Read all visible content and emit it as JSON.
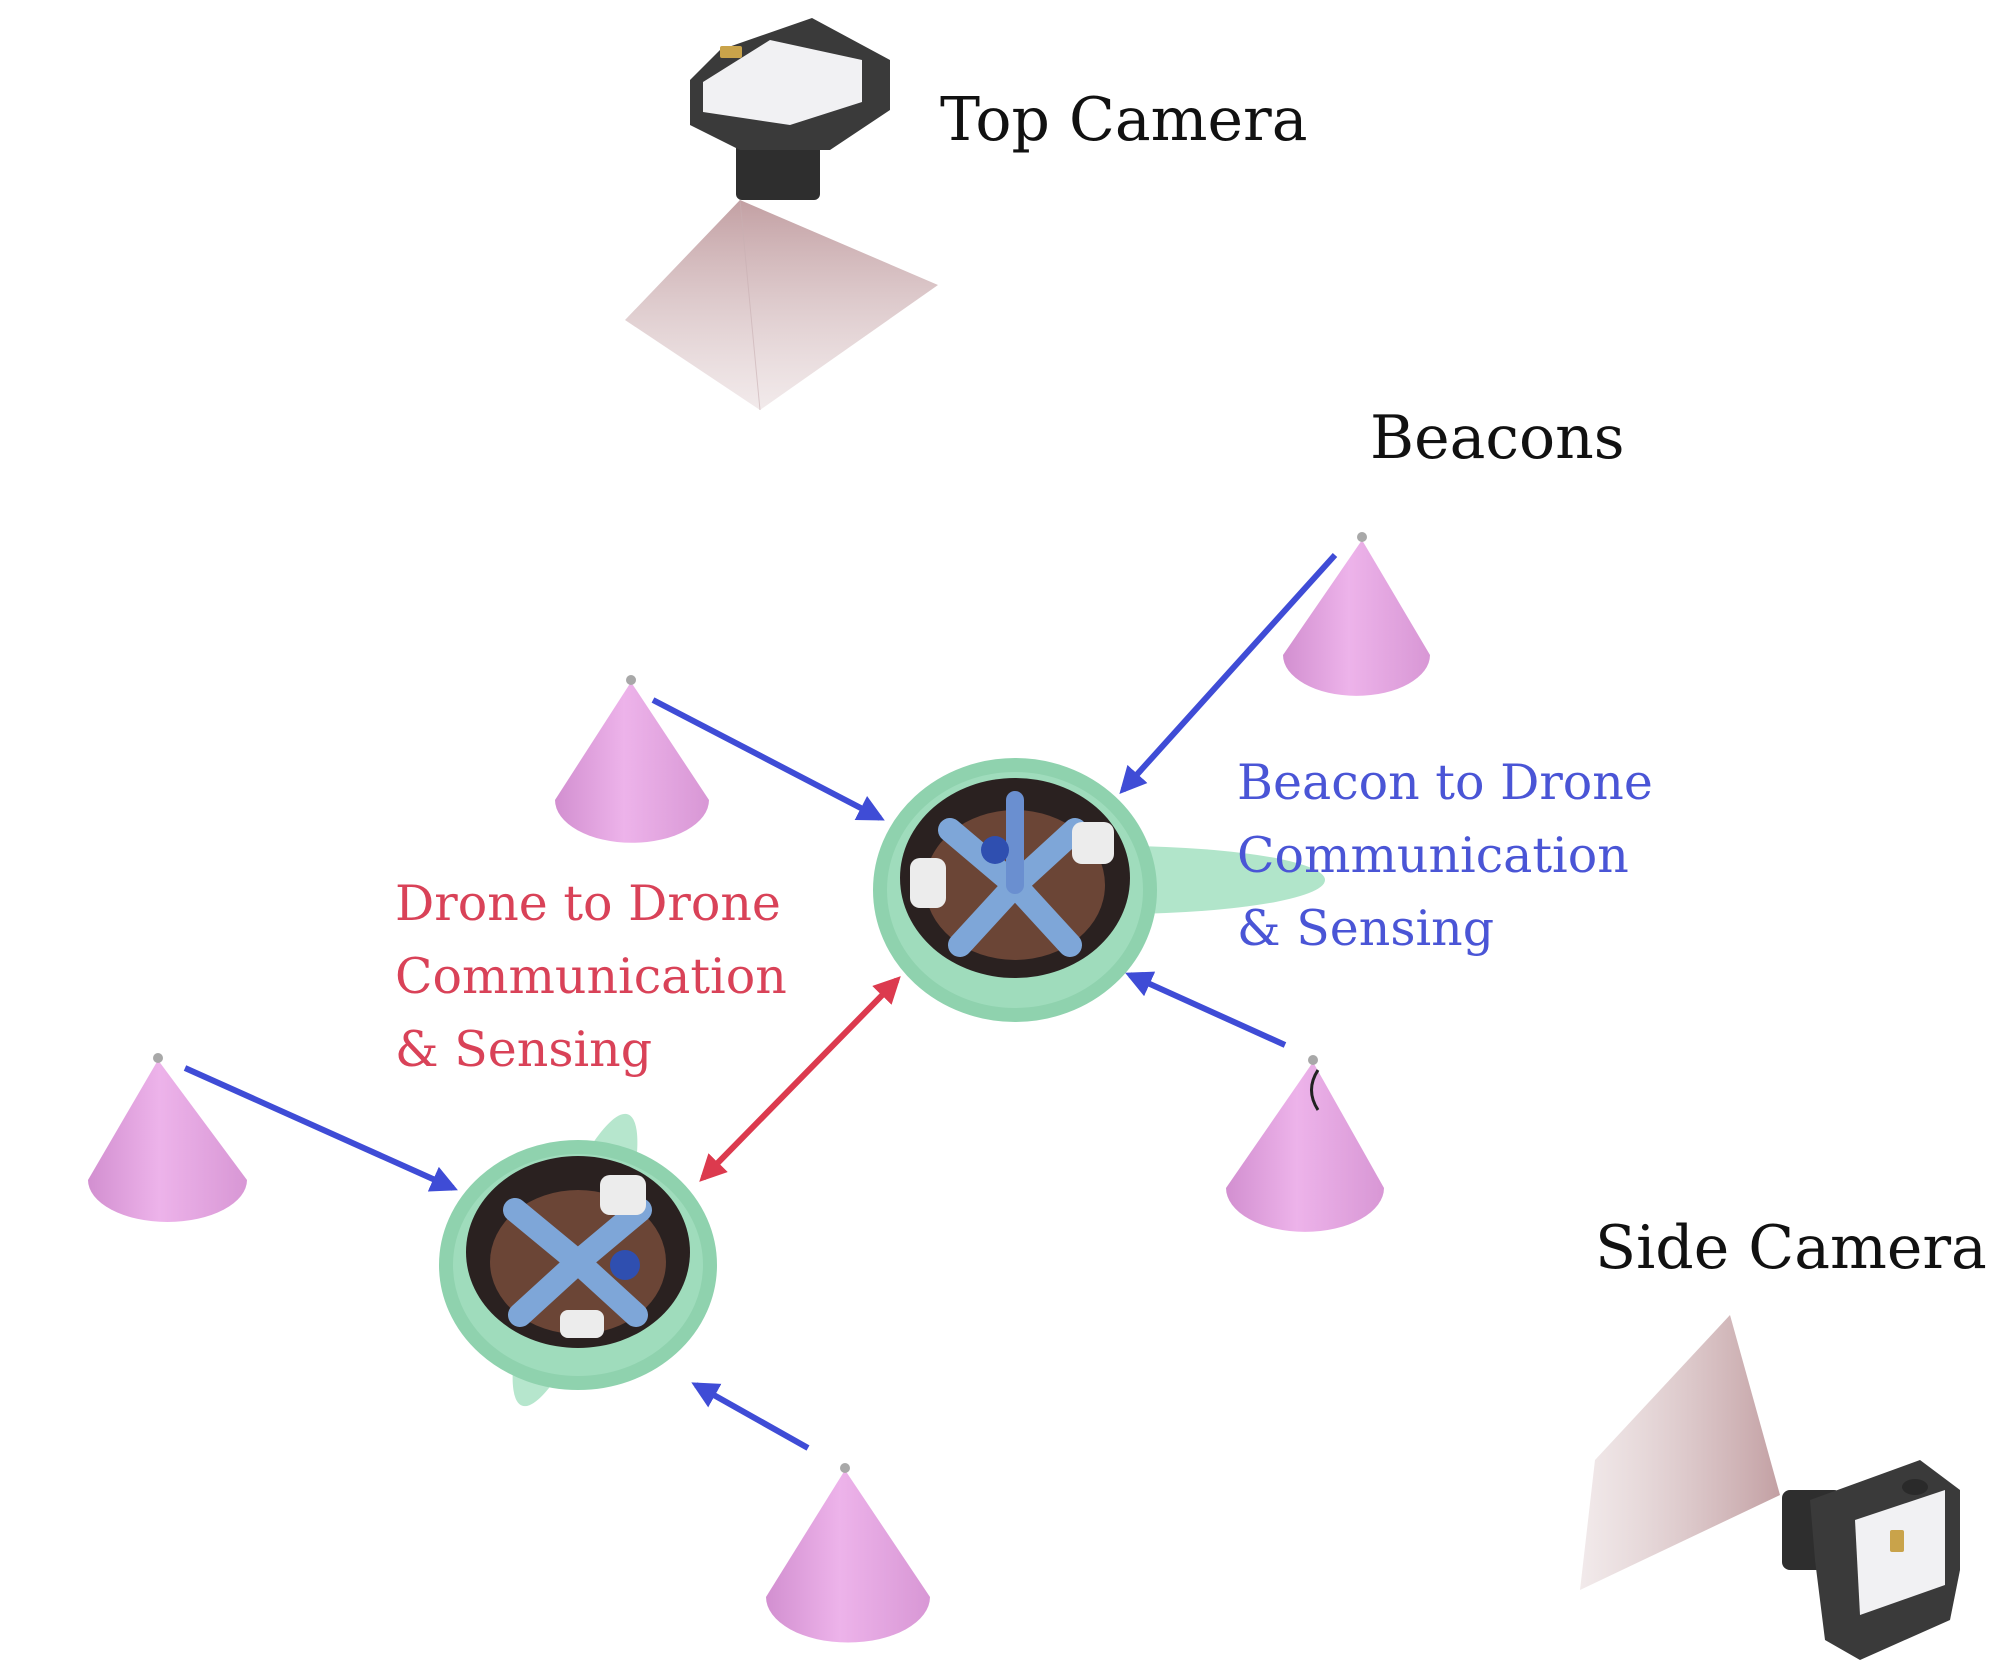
{
  "labels": {
    "top_camera": "Top Camera",
    "side_camera": "Side Camera",
    "beacons": "Beacons",
    "beacon_to_drone": [
      "Beacon to Drone",
      "Communication",
      "& Sensing"
    ],
    "drone_to_drone": [
      "Drone to Drone",
      "Communication",
      "& Sensing"
    ]
  },
  "colors": {
    "beacon_arrow": "#3f4cd6",
    "drone_arrow": "#dc3a4e",
    "beacon_cone": "#e8a6e4",
    "drone_frame": "#9fdcbc",
    "camera_body": "#3a3a3a",
    "camera_view": "#c9a7aa"
  },
  "icons": {
    "camera": "camera-icon",
    "beacon": "beacon-cone-icon",
    "drone": "drone-icon"
  }
}
